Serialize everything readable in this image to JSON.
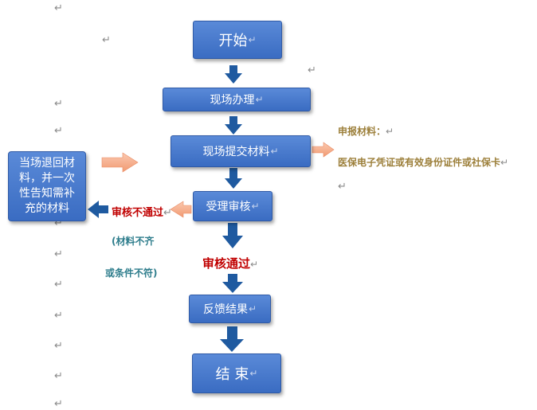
{
  "flow": {
    "start": "开始",
    "onsite": "现场办理",
    "submit": "现场提交材料",
    "review": "受理审核",
    "feedback": "反馈结果",
    "end": "结 束"
  },
  "side_box": {
    "lines": [
      "当场退回材",
      "料，并一次",
      "性告知需补",
      "充的材料"
    ]
  },
  "labels": {
    "fail": "审核不通过",
    "fail_reason_1": "(材料不齐",
    "fail_reason_2": "或条件不符)",
    "pass": "审核通过",
    "materials_title": "申报材料：",
    "materials_detail": "医保电子凭证或有效身份证件或社保卡"
  },
  "paragraph_mark": "↵",
  "colors": {
    "box_fill": "#4a7bd0",
    "arrow_blue": "#1f5aa0",
    "arrow_orange": "#f4a582",
    "fail_text": "#c00000",
    "reason_text": "#2e7d8c",
    "materials_text": "#9c7f3a"
  }
}
